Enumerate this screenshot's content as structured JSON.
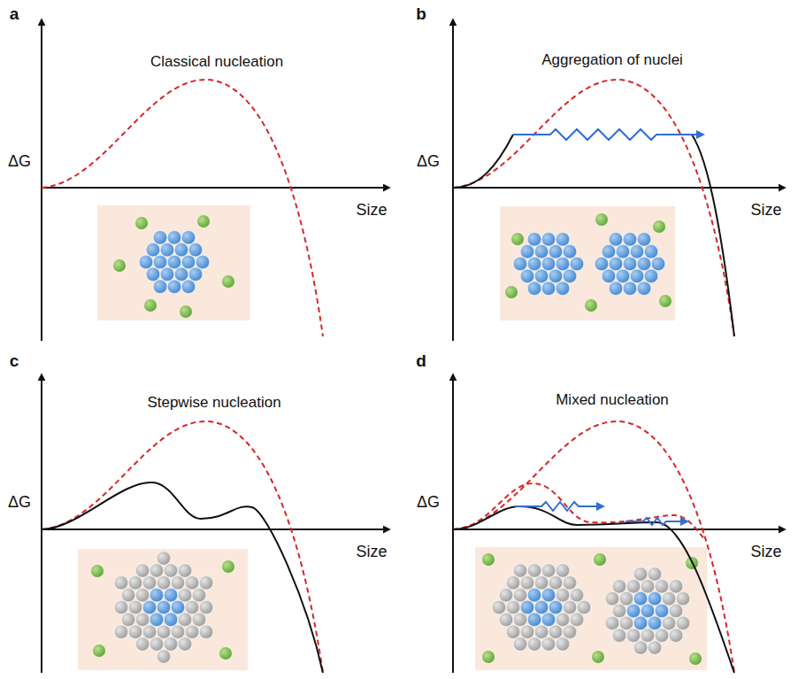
{
  "diagram": {
    "labels": [
      "a",
      "Classical nucleation",
      "ΔG",
      "Size",
      "b",
      "Aggregation of nuclei",
      "ΔG",
      "Size",
      "c",
      "Stepwise nucleation",
      "ΔG",
      "Size",
      "d",
      "Mixed nucleation",
      "ΔG",
      "Size"
    ]
  }
}
